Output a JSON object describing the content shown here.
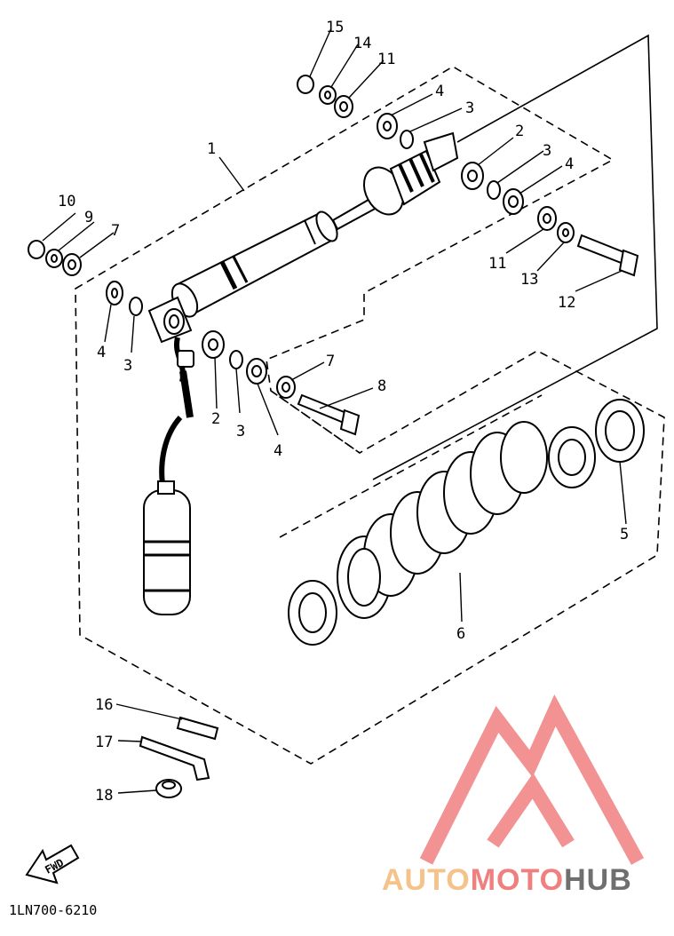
{
  "diagram": {
    "labels": [
      {
        "text": "1"
      },
      {
        "text": "2"
      },
      {
        "text": "3"
      },
      {
        "text": "4"
      },
      {
        "text": "2"
      },
      {
        "text": "3"
      },
      {
        "text": "4"
      },
      {
        "text": "3"
      },
      {
        "text": "4"
      },
      {
        "text": "3"
      },
      {
        "text": "4"
      },
      {
        "text": "5"
      },
      {
        "text": "6"
      },
      {
        "text": "7"
      },
      {
        "text": "7"
      },
      {
        "text": "8"
      },
      {
        "text": "9"
      },
      {
        "text": "10"
      },
      {
        "text": "11"
      },
      {
        "text": "11"
      },
      {
        "text": "12"
      },
      {
        "text": "13"
      },
      {
        "text": "14"
      },
      {
        "text": "15"
      },
      {
        "text": "16"
      },
      {
        "text": "17"
      },
      {
        "text": "18"
      }
    ],
    "fwd_label": "FWD",
    "part_code": "1LN700-6210"
  },
  "watermark": {
    "part1": "AUTO",
    "part2": "MOTO",
    "part3": "HUB",
    "colors": {
      "auto": "#f5c28a",
      "moto": "#f07f7f",
      "hub": "#6f6f6f",
      "logo": "#f07f7f"
    }
  }
}
